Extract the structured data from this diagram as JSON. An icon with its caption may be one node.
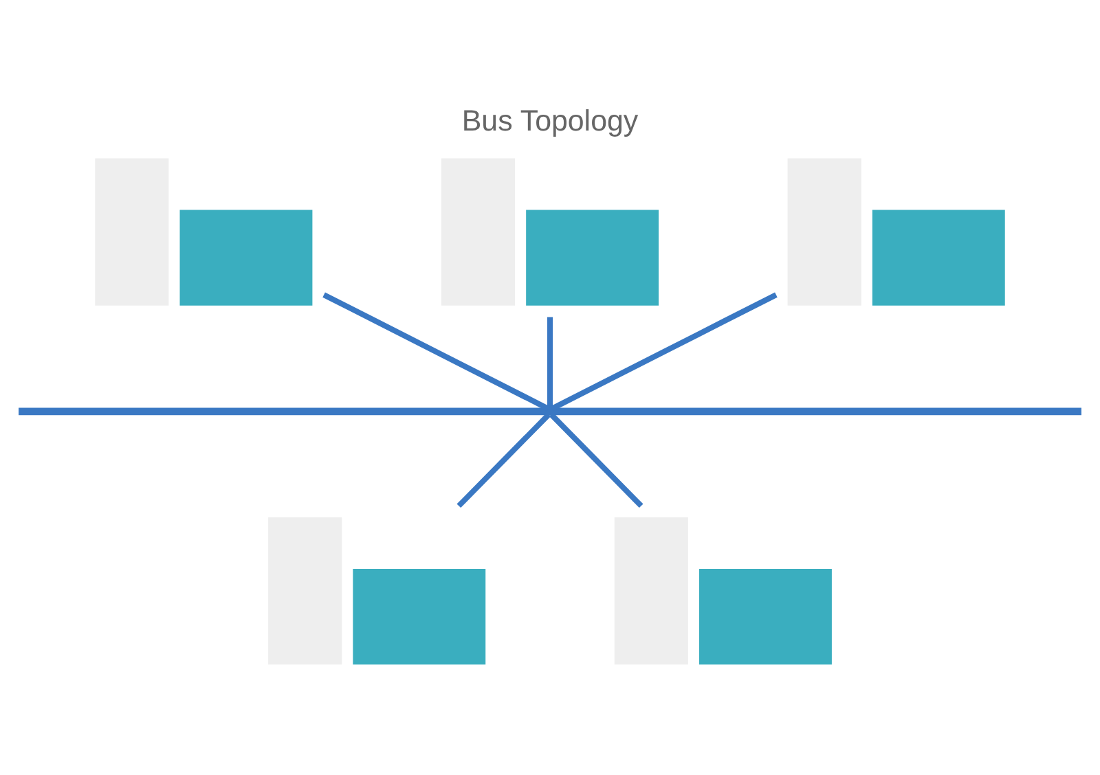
{
  "diagram": {
    "title": "Bus Topology",
    "nodes": [
      {
        "text": [],
        "shape": "picture"
      },
      {
        "text": [],
        "shape": "picture"
      },
      {
        "text": [],
        "shape": "picture"
      },
      {
        "text": [],
        "shape": "bar"
      },
      {
        "text": [],
        "shape": "picture"
      },
      {
        "text": [],
        "shape": "picture"
      }
    ],
    "edges": [
      {
        "from": 0,
        "to": 3,
        "arrow": "none"
      },
      {
        "from": 1,
        "to": 3,
        "arrow": "none"
      },
      {
        "from": 2,
        "to": 3,
        "arrow": "none"
      },
      {
        "from": 3,
        "to": 4,
        "arrow": "none"
      },
      {
        "from": 3,
        "to": 5,
        "arrow": "none"
      }
    ]
  }
}
